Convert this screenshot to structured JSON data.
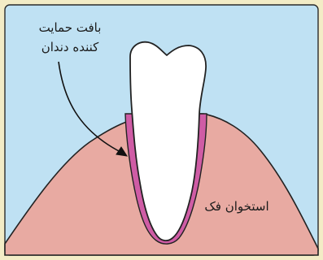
{
  "labels": {
    "periodontal_tissue_line1": "بافت حمایت",
    "periodontal_tissue_line2": "کننده دندان",
    "jaw_bone": "استخوان فک"
  },
  "colors": {
    "outer_border": "#f3ecc6",
    "background": "#bfe1f3",
    "bone": "#e8aaa2",
    "periodontal_ligament": "#cf5ca5",
    "tooth": "#ffffff",
    "stroke": "#222222"
  }
}
